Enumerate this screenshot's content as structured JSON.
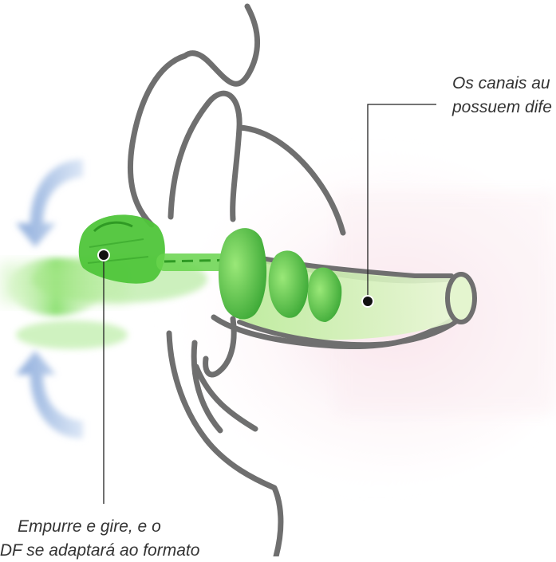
{
  "annotations": {
    "canal": {
      "line1": "Os canais au",
      "line2": "possuem dife"
    },
    "plug": {
      "line1": "Empurre e gire, e o",
      "line2": "IDF se adaptará ao formato"
    }
  },
  "colors": {
    "ear_outline": "#6f6f6f",
    "ear_fill": "#f8e8ee",
    "plug_green": "#5fd14a",
    "plug_dark": "#2fa82a",
    "canal_fill": "#dff6c8",
    "arrow_blue": "#8fb0de",
    "leader_line": "#222222"
  },
  "icons": {
    "rotate_up": "curved-arrow-up-icon",
    "rotate_down": "curved-arrow-down-icon"
  }
}
